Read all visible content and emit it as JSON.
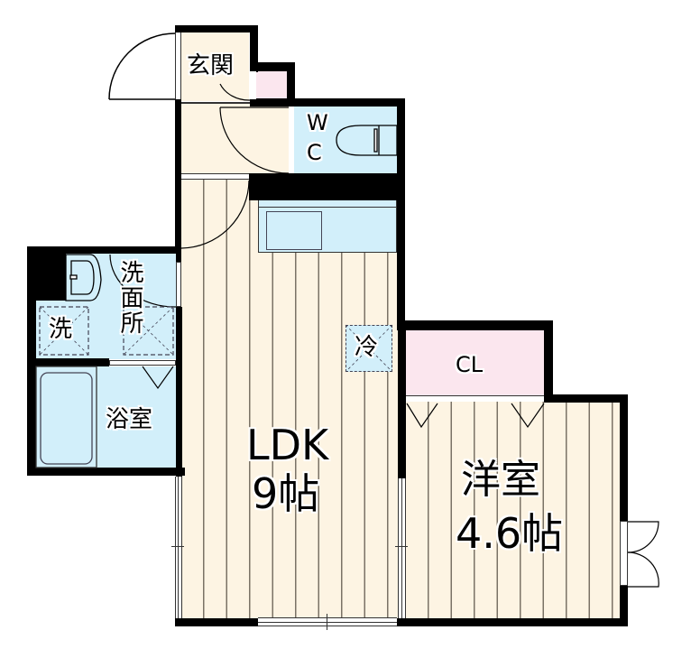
{
  "floor_plan": {
    "layout": "1LDK",
    "rooms": [
      {
        "id": "genkan",
        "label": "玄関",
        "meaning": "entrance"
      },
      {
        "id": "wc",
        "label_lines": [
          "W",
          "C"
        ],
        "meaning": "toilet"
      },
      {
        "id": "senmenjo",
        "label": "洗面所",
        "meaning": "washroom"
      },
      {
        "id": "sentakuki",
        "label": "洗",
        "meaning": "washing machine space"
      },
      {
        "id": "yokushitsu",
        "label": "浴室",
        "meaning": "bathroom"
      },
      {
        "id": "rei",
        "label": "冷",
        "meaning": "refrigerator space"
      },
      {
        "id": "ldk",
        "label": "LDK",
        "size": "9帖"
      },
      {
        "id": "closet",
        "label": "CL",
        "meaning": "closet"
      },
      {
        "id": "youshitsu",
        "label": "洋室",
        "size": "4.6帖",
        "meaning": "western-style room"
      }
    ],
    "colors": {
      "wall": "#000000",
      "wood_floor": "#fdf4e3",
      "wet_area": "#d2effa",
      "closet": "#fbe6ee",
      "floor_lines": "#7a7266"
    }
  }
}
